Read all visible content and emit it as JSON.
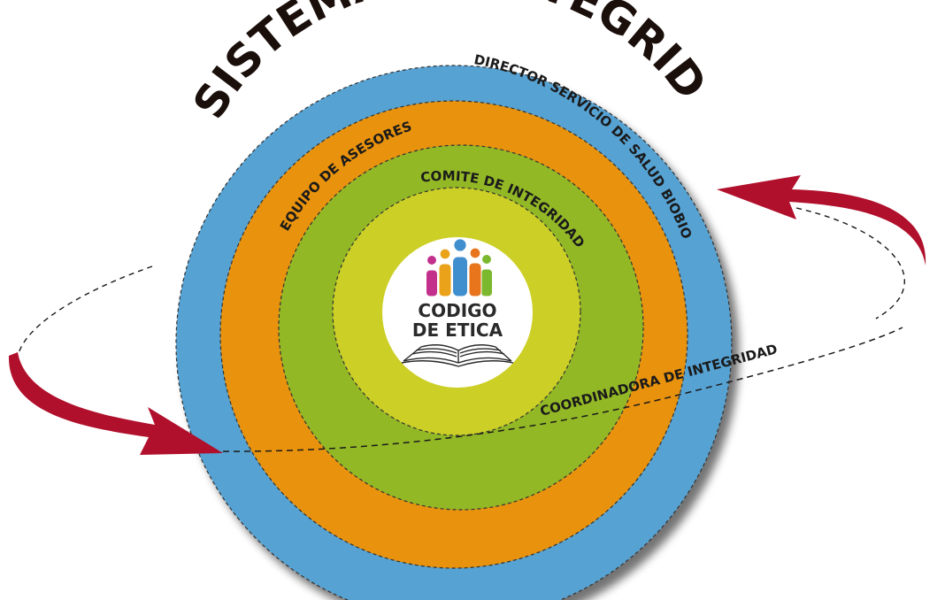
{
  "title": "SISTEMA DE INTEGRIDAD",
  "rings": [
    {
      "label": "DIRECTOR SERVICIO DE SALUD BIOBIO",
      "color": "#56a2d3"
    },
    {
      "label": "EQUIPO DE ASESORES",
      "color": "#e8920f"
    },
    {
      "label": "COMITE DE INTEGRIDAD",
      "color": "#93b827"
    },
    {
      "label": "",
      "color": "#cccf26"
    }
  ],
  "orbit": {
    "label": "COORDINADORA DE INTEGRIDAD",
    "arrow_color": "#b0102c"
  },
  "center": {
    "line1": "CODIGO",
    "line2": "DE ETICA",
    "people_colors": [
      "#c2308c",
      "#e9a21a",
      "#3f8fcf",
      "#e8741c",
      "#7bb82d"
    ]
  }
}
